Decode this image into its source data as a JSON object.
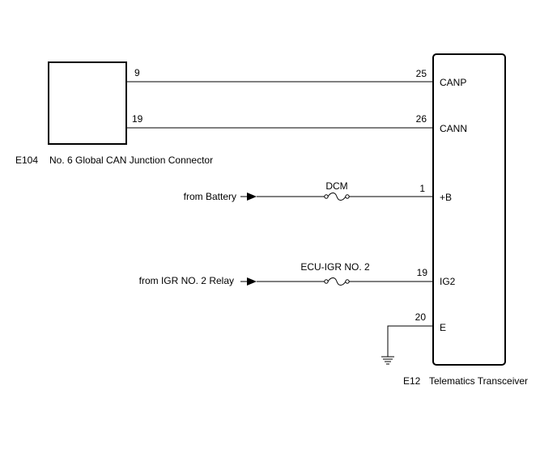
{
  "junction_connector": {
    "code": "E104",
    "name": "No. 6 Global CAN Junction Connector",
    "pin_canp": "9",
    "pin_cann": "19"
  },
  "transceiver": {
    "code": "E12",
    "name": "Telematics Transceiver",
    "pins": [
      {
        "number": "25",
        "label": "CANP"
      },
      {
        "number": "26",
        "label": "CANN"
      },
      {
        "number": "1",
        "label": "+B"
      },
      {
        "number": "19",
        "label": "IG2"
      },
      {
        "number": "20",
        "label": "E"
      }
    ]
  },
  "fuses": {
    "dcm": "DCM",
    "ecu_igr": "ECU-IGR NO. 2"
  },
  "sources": {
    "battery": "from Battery",
    "igr_relay": "from IGR NO. 2 Relay"
  }
}
